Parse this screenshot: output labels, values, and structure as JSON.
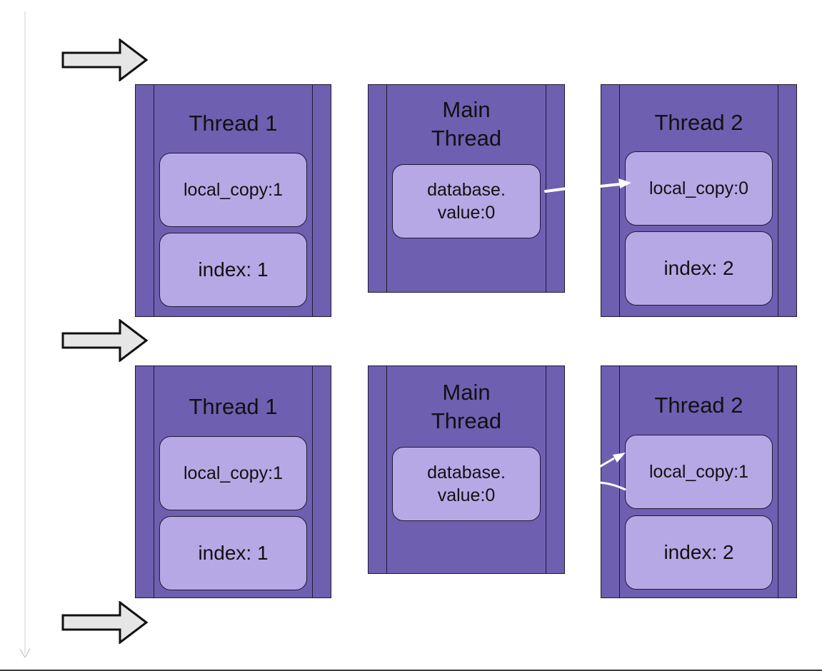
{
  "rows": [
    {
      "thread1": {
        "title": "Thread 1",
        "local_copy": "local_copy:1",
        "index": "index: 1"
      },
      "main": {
        "title_line1": "Main",
        "title_line2": "Thread",
        "value_line1": "database.",
        "value_line2": "value:0"
      },
      "thread2": {
        "title": "Thread 2",
        "local_copy": "local_copy:0",
        "index": "index: 2"
      }
    },
    {
      "thread1": {
        "title": "Thread 1",
        "local_copy": "local_copy:1",
        "index": "index: 1"
      },
      "main": {
        "title_line1": "Main",
        "title_line2": "Thread",
        "value_line1": "database.",
        "value_line2": "value:0"
      },
      "thread2": {
        "title": "Thread 2",
        "local_copy": "local_copy:1",
        "index": "index: 2"
      }
    }
  ],
  "colors": {
    "thread_fill": "#6f5fb0",
    "box_fill": "#b6a8e5",
    "outline": "#1d1a33",
    "step_arrow_fill": "#e6e6e6",
    "transfer_arrow": "#ffffff"
  },
  "icons": {
    "step": "right-block-arrow",
    "timeline": "down-arrow"
  }
}
